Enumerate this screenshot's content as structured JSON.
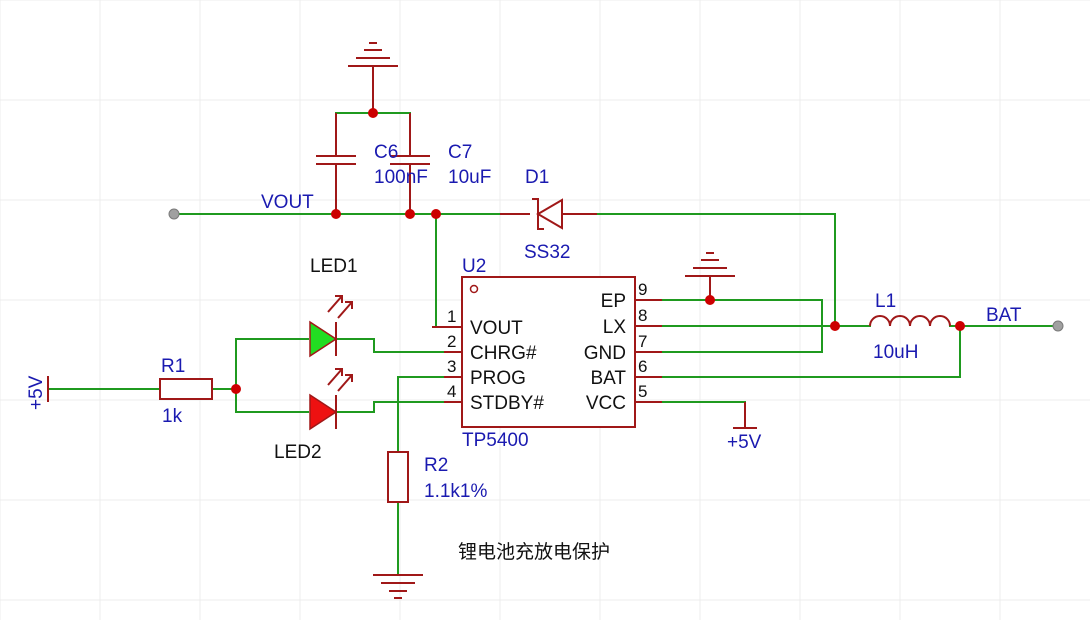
{
  "nets": {
    "vout": "VOUT",
    "bat": "BAT",
    "plus5v_left": "+5V",
    "plus5v_right": "+5V"
  },
  "components": {
    "c6": {
      "ref": "C6",
      "value": "100nF"
    },
    "c7": {
      "ref": "C7",
      "value": "10uF"
    },
    "d1": {
      "ref": "D1",
      "value": "SS32"
    },
    "u2": {
      "ref": "U2",
      "value": "TP5400"
    },
    "l1": {
      "ref": "L1",
      "value": "10uH"
    },
    "r1": {
      "ref": "R1",
      "value": "1k"
    },
    "r2": {
      "ref": "R2",
      "value": "1.1k1%"
    },
    "led1": {
      "ref": "LED1"
    },
    "led2": {
      "ref": "LED2"
    }
  },
  "u2_pins": [
    {
      "num": "1",
      "name": "VOUT"
    },
    {
      "num": "2",
      "name": "CHRG#"
    },
    {
      "num": "3",
      "name": "PROG"
    },
    {
      "num": "4",
      "name": "STDBY#"
    },
    {
      "num": "9",
      "name": "EP"
    },
    {
      "num": "8",
      "name": "LX"
    },
    {
      "num": "7",
      "name": "GND"
    },
    {
      "num": "6",
      "name": "BAT"
    },
    {
      "num": "5",
      "name": "VCC"
    }
  ],
  "caption": "锂电池充放电保护",
  "colors": {
    "wire": "#1f9a1f",
    "part": "#a01818",
    "junction": "#cc0000",
    "label": "#1a1ab0",
    "led1_fill": "#22dd22",
    "led2_fill": "#ee1111"
  }
}
